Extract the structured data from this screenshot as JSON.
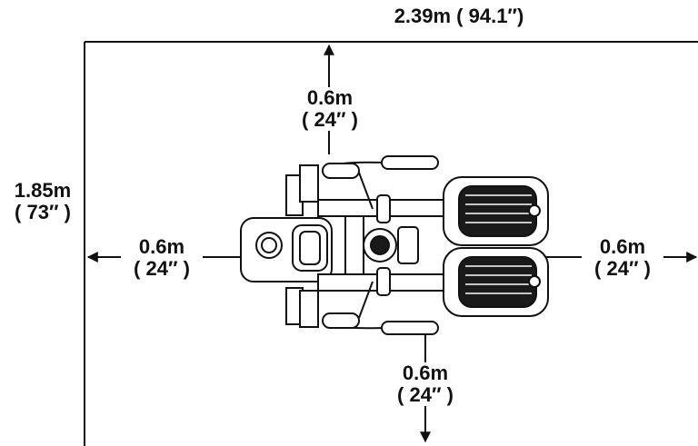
{
  "dimensions": {
    "total_width": "2.39m ( 94.1″)",
    "total_depth": {
      "metric": "1.85m",
      "imperial": "( 73″ )"
    },
    "clearance_front": {
      "metric": "0.6m",
      "imperial": "( 24″ )"
    },
    "clearance_left": {
      "metric": "0.6m",
      "imperial": "( 24″ )"
    },
    "clearance_right": {
      "metric": "0.6m",
      "imperial": "( 24″ )"
    },
    "clearance_back": {
      "metric": "0.6m",
      "imperial": "( 24″ )"
    }
  },
  "colors": {
    "line": "#111111",
    "machine_dark": "#1a1a1a",
    "machine_light": "#ffffff"
  },
  "icons": [
    "arrow-up-icon",
    "arrow-down-icon",
    "arrow-left-icon",
    "arrow-right-icon",
    "elliptical-machine-topview-icon"
  ]
}
